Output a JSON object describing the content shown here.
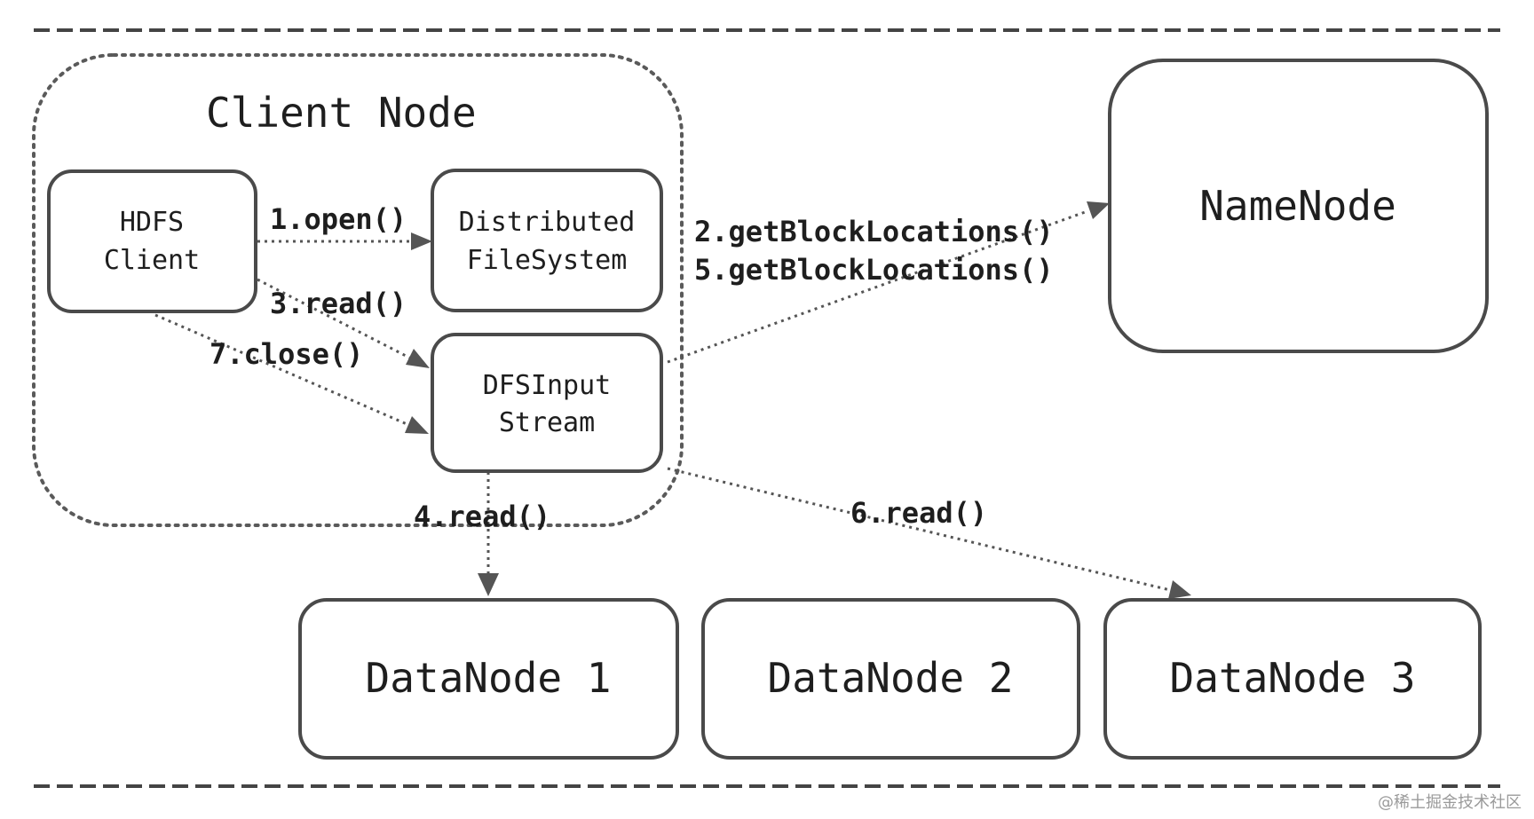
{
  "group": {
    "title": "Client Node"
  },
  "nodes": {
    "hdfs_client": [
      "HDFS",
      "Client"
    ],
    "distributed_fs": [
      "Distributed",
      "FileSystem"
    ],
    "dfs_input_stream": [
      "DFSInput",
      "Stream"
    ],
    "namenode": "NameNode",
    "datanode1": "DataNode 1",
    "datanode2": "DataNode 2",
    "datanode3": "DataNode 3"
  },
  "edges": {
    "open": "1.open()",
    "get_block_locations_1": "2.getBlockLocations()",
    "read_3": "3.read()",
    "read_4": "4.read()",
    "get_block_locations_2": "5.getBlockLocations()",
    "read_6": "6.read()",
    "close": "7.close()"
  },
  "watermark": "@稀土掘金技术社区"
}
